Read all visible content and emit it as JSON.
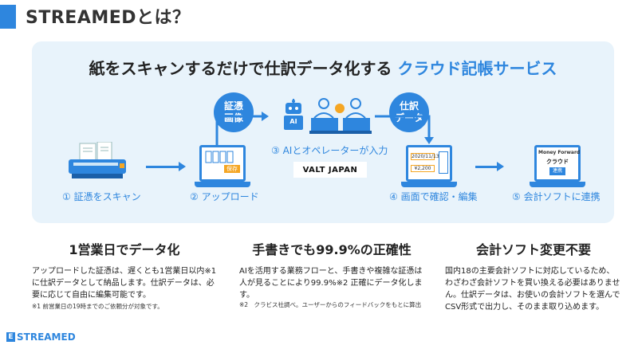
{
  "page": {
    "title": "STREAMEDとは？"
  },
  "panel": {
    "headline_main": "紙をスキャンするだけで仕訳データ化する",
    "headline_accent": "クラウド記帳サービス",
    "steps": [
      {
        "label": "① 証憑をスキャン"
      },
      {
        "label": "② アップロード"
      },
      {
        "label": "③ AIとオペレーターが入力"
      },
      {
        "label": "④ 画面で確認・編集"
      },
      {
        "label": "⑤ 会計ソフトに連携"
      }
    ],
    "badge_voucher": "証憑\n画像",
    "badge_journal": "仕訳\nデータ",
    "save_button": "保存",
    "valt_logo": "VALT JAPAN",
    "ai_chip": "AI",
    "mf_brand": "Money Forward",
    "mf_cloud": "クラウド",
    "mf_link": "連携",
    "edit_date": "2020/11/13",
    "edit_amount": "¥2,200",
    "colors": {
      "accent": "#2e86de",
      "panel_bg": "#e8f3fb",
      "highlight": "#f5a623"
    }
  },
  "columns": [
    {
      "title": "1営業日でデータ化",
      "body": "アップロードした証憑は、遅くとも1営業日以内※1に仕訳データとして納品します。仕訳データは、必要に応じて自由に編集可能です。",
      "note": "※1 前営業日の19時までのご依頼分が対象です。"
    },
    {
      "title": "手書きでも99.9%の正確性",
      "body": "AIを活用する業務フローと、手書きや複雑な証憑は人が見ることにより99.9%※2 正確にデータ化します。",
      "note": "※2　クラビス社調べ。ユーザーからのフィードバックをもとに算出"
    },
    {
      "title": "会計ソフト変更不要",
      "body": "国内18の主要会計ソフトに対応しているため、わざわざ会計ソフトを買い換える必要はありません。仕訳データは、お使いの会計ソフトを選んでCSV形式で出力し、そのまま取り込めます。",
      "note": ""
    }
  ],
  "footer": {
    "logo_text": "STREAMED"
  }
}
